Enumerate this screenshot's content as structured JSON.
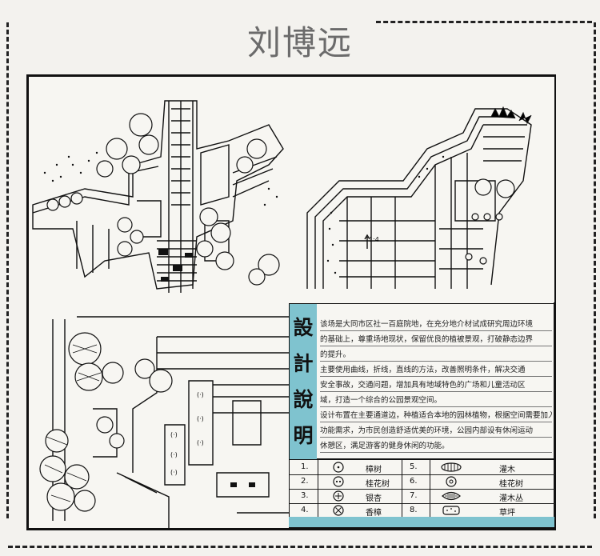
{
  "sheet": {
    "author": "刘博远"
  },
  "design_notes": {
    "heading": [
      "設",
      "計",
      "說",
      "明"
    ],
    "lines": [
      "该场是大同市区社一百庭院地，在充分地介材试成研究周边环境",
      "的基础上，尊重场地现状，保留优良的植被景观，打破静态边界",
      "的提升。",
      "主要使用曲线，折线，直线的方法，改善照明条件，解决交通",
      "安全事故，交通问题，增加具有地域特色的广场和儿童活动区",
      "域，打造一个综合的公园景观空间。",
      "设计布置在主要通道边，种植适合本地的园林植物，根据空间需要加入",
      "功能需求，为市民创造舒适优美的环境，公园内部设有休闲运动",
      "休憩区，满足游客的健身休闲的功能。"
    ]
  },
  "legend": {
    "rows": [
      {
        "left_num": "1.",
        "left_name": "樟树",
        "right_num": "5.",
        "right_name": "灌木"
      },
      {
        "left_num": "2.",
        "left_name": "桂花树",
        "right_num": "6.",
        "right_name": "桂花树"
      },
      {
        "left_num": "3.",
        "left_name": "银杏",
        "right_num": "7.",
        "right_name": "灌木丛"
      },
      {
        "left_num": "4.",
        "left_name": "香樟",
        "right_num": "8.",
        "right_name": "草坪"
      }
    ],
    "left_symbols": [
      "circle-dot-icon",
      "circle-double-dot-icon",
      "circle-cross-icon",
      "circle-x-icon"
    ],
    "right_symbols": [
      "hatched-ellipse-icon",
      "circle-dot-icon",
      "hatched-lens-icon",
      "dotted-rect-icon"
    ]
  },
  "colors": {
    "accent": "#7fc3cf",
    "ink": "#111111",
    "paper": "#f3f2ee"
  }
}
